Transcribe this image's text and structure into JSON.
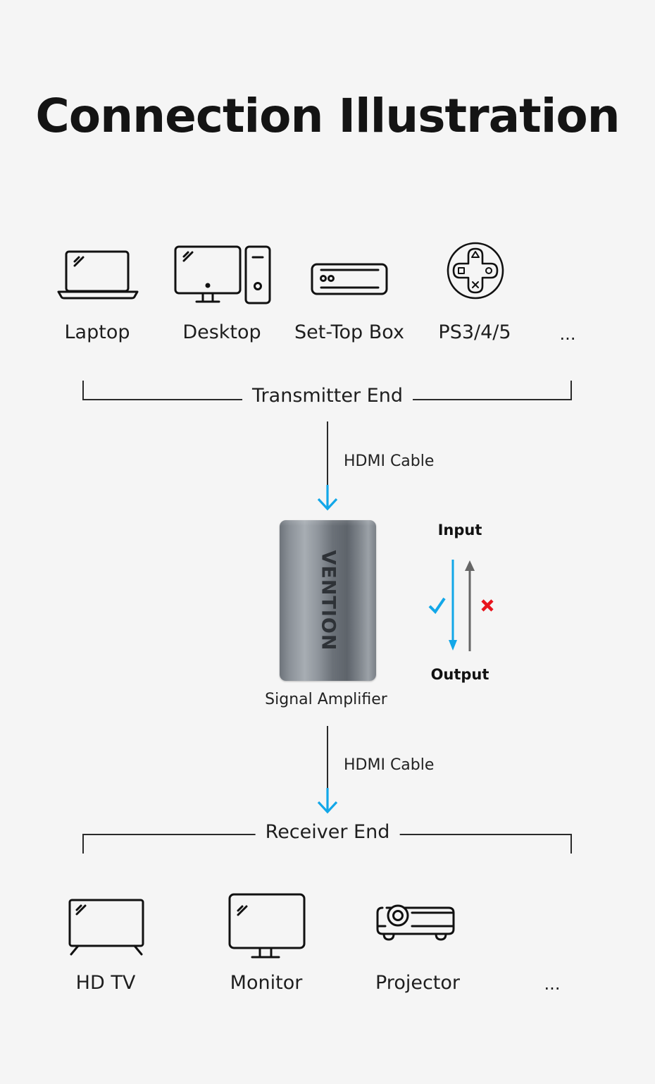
{
  "title": "Connection Illustration",
  "transmitter": {
    "devices": [
      {
        "name": "Laptop",
        "icon": "laptop-icon"
      },
      {
        "name": "Desktop",
        "icon": "desktop-icon"
      },
      {
        "name": "Set-Top Box",
        "icon": "set-top-box-icon"
      },
      {
        "name": "PS3/4/5",
        "icon": "gamepad-icon"
      },
      {
        "name": "...",
        "icon": ""
      }
    ],
    "section_label": "Transmitter End"
  },
  "cable_top": {
    "label": "HDMI Cable"
  },
  "amplifier": {
    "brand": "VENTION",
    "label": "Signal Amplifier"
  },
  "direction": {
    "input_label": "Input",
    "output_label": "Output",
    "allowed_mark": "✓",
    "forbidden_mark": "✕"
  },
  "cable_bottom": {
    "label": "HDMI Cable"
  },
  "receiver": {
    "section_label": "Receiver End",
    "devices": [
      {
        "name": "HD TV",
        "icon": "tv-icon"
      },
      {
        "name": "Monitor",
        "icon": "monitor-icon"
      },
      {
        "name": "Projector",
        "icon": "projector-icon"
      },
      {
        "name": "...",
        "icon": ""
      }
    ]
  },
  "colors": {
    "accent_blue": "#12a7e8",
    "forbidden_red": "#e8141c",
    "reverse_gray": "#666666",
    "line": "#2a2a2a"
  }
}
